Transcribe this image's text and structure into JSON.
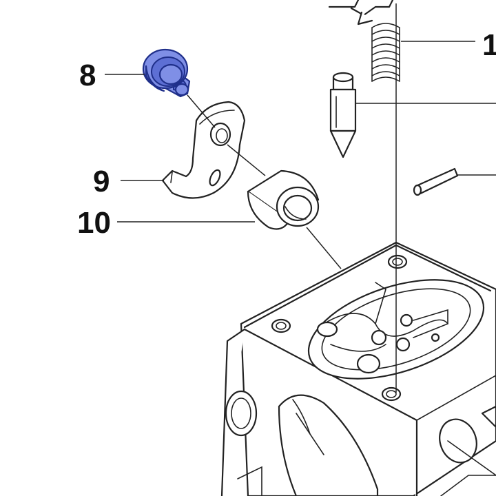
{
  "diagram": {
    "callouts": [
      {
        "id": "8",
        "label": "8"
      },
      {
        "id": "9",
        "label": "9"
      },
      {
        "id": "10",
        "label": "10"
      },
      {
        "id": "1x",
        "label": "1"
      }
    ],
    "highlighted_part": "8",
    "colors": {
      "highlight": "#7f8fe6",
      "highlight_outline": "#1f2f8a",
      "line": "#222222",
      "background": "#ffffff"
    }
  }
}
